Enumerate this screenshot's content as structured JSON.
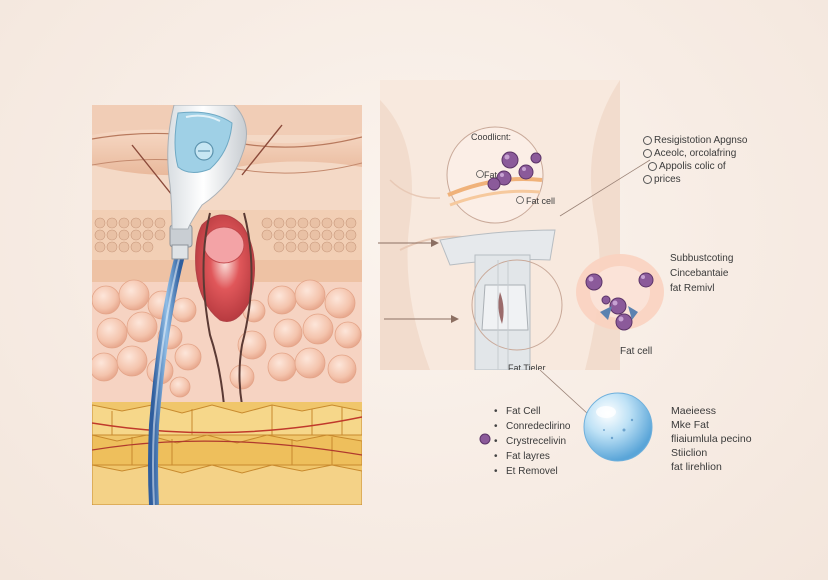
{
  "colors": {
    "background": "#f7ece4",
    "fat_cell": "#f3c2a8",
    "fat_layer": "#eec05e",
    "device_accent": "#9fd0e6",
    "fat_cell_purple": "#8b5a9a"
  },
  "icons": [
    "liposuction-device-icon",
    "fat-cell-cluster-icon",
    "bubble-icon"
  ],
  "body_inset": {
    "heading": "Coodlicnt:",
    "fat_cell_small": "Fat",
    "fat_cell_label": "Fat cell",
    "bottom_label": "Fat   Tieler"
  },
  "top_right_list": [
    "Resigistotion Apgnso",
    "Aceolc, orcolafring",
    "Appolis colic of",
    "prices"
  ],
  "middle_right": {
    "lines": [
      "Subbustcoting",
      "Cincebantaie",
      "fat Remivl"
    ],
    "fat_cell_caption": "Fat cell"
  },
  "bottom_left_list": [
    "Fat Cell",
    "Conredeclirino",
    "Crystrecelivin",
    "Fat layres",
    "Et Removel"
  ],
  "bottom_right_list": [
    "Maeieess",
    "Mke Fat",
    "fliaiumlula pecino",
    "Stiiclion",
    "fat lirehlion"
  ]
}
